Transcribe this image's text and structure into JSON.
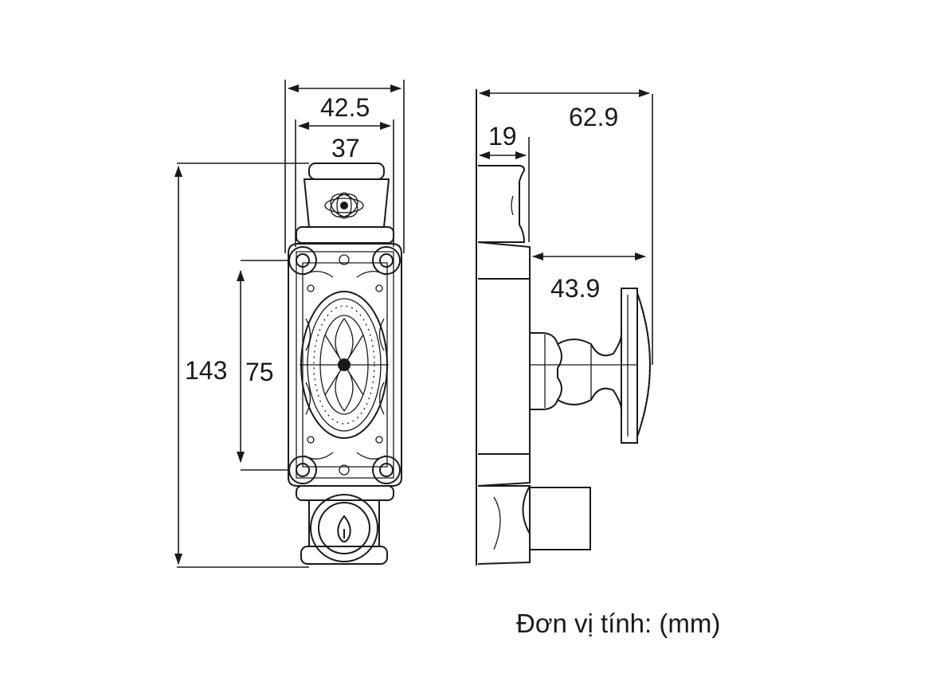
{
  "dimensions": {
    "front_outer_width": "42.5",
    "front_inner_width": "37",
    "total_height": "143",
    "hole_spacing": "75",
    "side_total_depth": "62.9",
    "side_body_depth": "19",
    "knob_projection": "43.9"
  },
  "unit_label": "Đơn vị tính: (mm)"
}
